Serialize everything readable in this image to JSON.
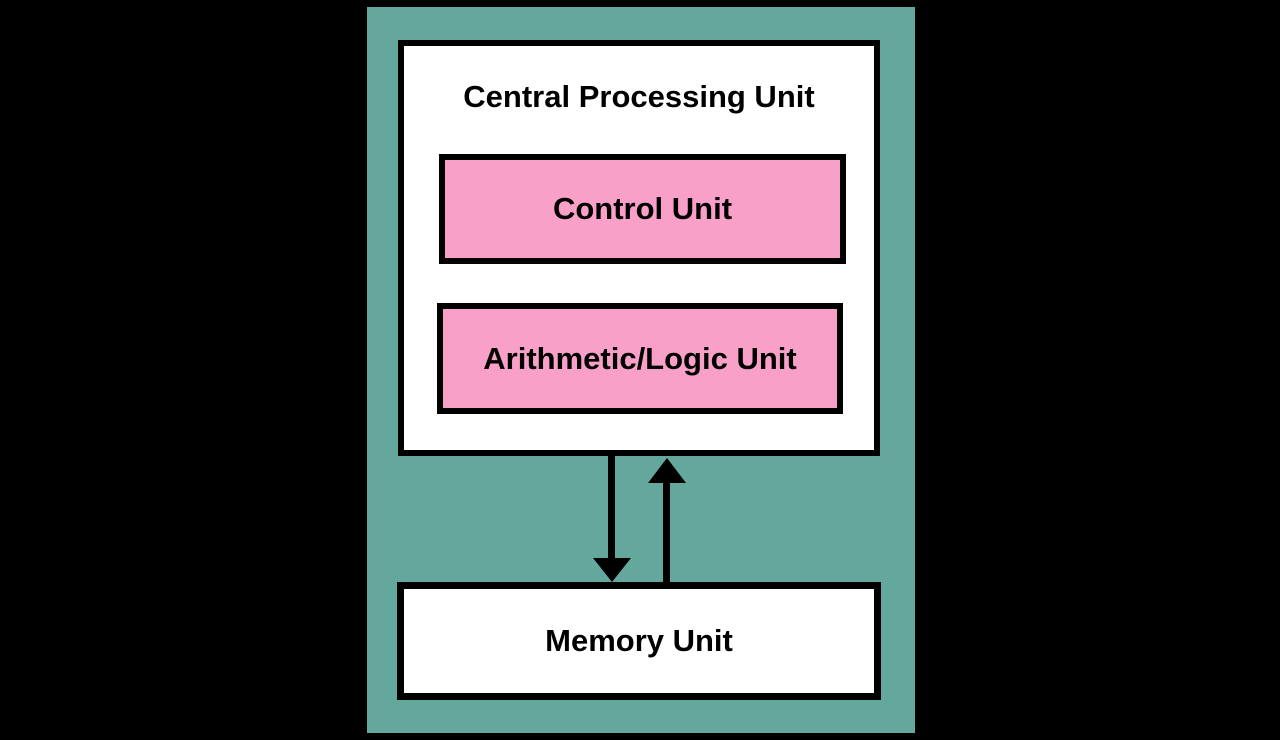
{
  "colors": {
    "background": "#000000",
    "panel": "#64A89D",
    "box_fill": "#FFFFFF",
    "unit_fill": "#F8A0C8",
    "border": "#000000",
    "text": "#000000"
  },
  "diagram": {
    "cpu": {
      "title": "Central Processing Unit",
      "units": [
        {
          "label": "Control Unit"
        },
        {
          "label": "Arithmetic/Logic Unit"
        }
      ]
    },
    "memory": {
      "label": "Memory Unit"
    },
    "connections": [
      {
        "from": "cpu-box",
        "to": "memory-unit-box",
        "icon": "arrow-down-icon",
        "direction": "down"
      },
      {
        "from": "memory-unit-box",
        "to": "cpu-box",
        "icon": "arrow-up-icon",
        "direction": "up"
      }
    ]
  }
}
